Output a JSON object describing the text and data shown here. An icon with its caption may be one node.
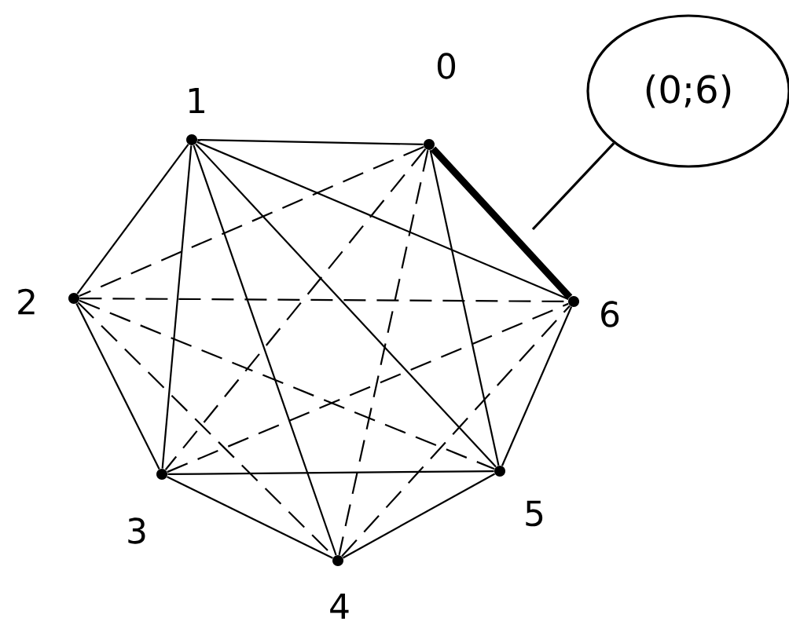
{
  "diagram": {
    "nodes": [
      {
        "text": [
          "0"
        ]
      },
      {
        "text": [
          "1"
        ]
      },
      {
        "text": [
          "2"
        ]
      },
      {
        "text": [
          "3"
        ]
      },
      {
        "text": [
          "4"
        ]
      },
      {
        "text": [
          "5"
        ]
      },
      {
        "text": [
          "6"
        ]
      },
      {
        "text": [
          "(0;6)"
        ]
      }
    ],
    "edges": [
      {
        "from": 0,
        "to": 1,
        "arrow": "none"
      },
      {
        "from": 0,
        "to": 2,
        "arrow": "none",
        "style": "dashed"
      },
      {
        "from": 0,
        "to": 3,
        "arrow": "none",
        "style": "dashed"
      },
      {
        "from": 0,
        "to": 4,
        "arrow": "none",
        "style": "dashed"
      },
      {
        "from": 0,
        "to": 5,
        "arrow": "none"
      },
      {
        "from": 0,
        "to": 6,
        "arrow": "none",
        "style": "thick"
      },
      {
        "from": 1,
        "to": 2,
        "arrow": "none"
      },
      {
        "from": 1,
        "to": 3,
        "arrow": "none"
      },
      {
        "from": 1,
        "to": 4,
        "arrow": "none"
      },
      {
        "from": 1,
        "to": 5,
        "arrow": "none"
      },
      {
        "from": 1,
        "to": 6,
        "arrow": "none"
      },
      {
        "from": 2,
        "to": 3,
        "arrow": "none"
      },
      {
        "from": 2,
        "to": 4,
        "arrow": "none",
        "style": "dashed"
      },
      {
        "from": 2,
        "to": 5,
        "arrow": "none",
        "style": "dashed"
      },
      {
        "from": 2,
        "to": 6,
        "arrow": "none",
        "style": "dashed"
      },
      {
        "from": 3,
        "to": 4,
        "arrow": "none"
      },
      {
        "from": 3,
        "to": 5,
        "arrow": "none"
      },
      {
        "from": 3,
        "to": 6,
        "arrow": "none",
        "style": "dashed"
      },
      {
        "from": 4,
        "to": 5,
        "arrow": "none"
      },
      {
        "from": 4,
        "to": 6,
        "arrow": "none",
        "style": "dashed"
      },
      {
        "from": 5,
        "to": 6,
        "arrow": "none"
      },
      {
        "from": 7,
        "to": null,
        "arrow": "none"
      }
    ]
  }
}
